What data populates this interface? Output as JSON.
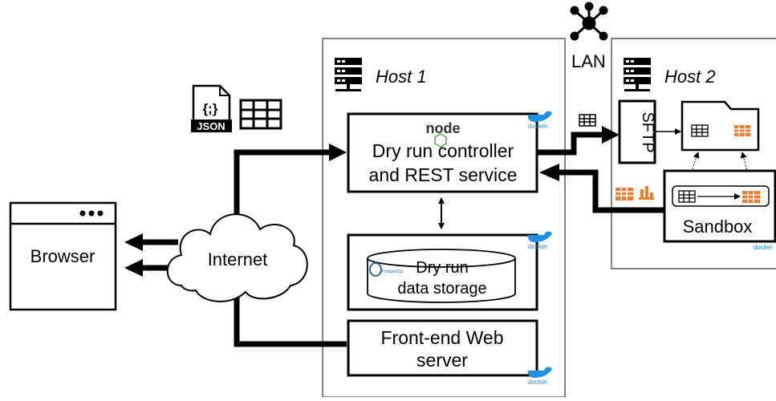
{
  "hosts": {
    "host1": "Host 1",
    "host2": "Host 2"
  },
  "network": {
    "lan": "LAN",
    "internet": "Internet"
  },
  "browser": {
    "label": "Browser"
  },
  "format_icons": {
    "json": "JSON",
    "json_braces": "{;}"
  },
  "controller": {
    "line1": "Dry run controller",
    "line2": "and REST service",
    "node_logo": "node"
  },
  "storage": {
    "line1": "Dry run",
    "line2": "data storage",
    "postgres_logo": "PostgreSQL"
  },
  "frontend": {
    "line1": "Front-end Web",
    "line2": "server"
  },
  "sftp": {
    "label": "SFTP"
  },
  "sandbox": {
    "label": "Sandbox"
  },
  "docker": {
    "label": "docker"
  },
  "colors": {
    "ink": "#000000",
    "accent_orange": "#ED7D31",
    "docker_blue": "#1D91E6",
    "node_green": "#5FA04E",
    "host_border": "#333333"
  }
}
